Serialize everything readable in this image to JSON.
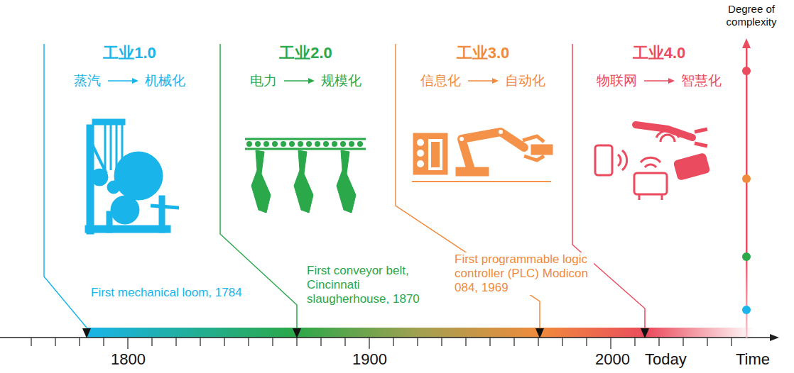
{
  "diagram": {
    "nodes": [
      {
        "text": [
          "工业1.0",
          "蒸汽",
          "机械化"
        ]
      },
      {
        "text": [
          "工业2.0",
          "电力",
          "规模化"
        ]
      },
      {
        "text": [
          "工业3.0",
          "信息化",
          "自动化"
        ]
      },
      {
        "text": [
          "工业4.0",
          "物联网",
          "智慧化"
        ]
      }
    ],
    "labels": [
      "First mechanical loom, 1784",
      "First conveyor belt, Cincinnati slaugherhouse, 1870",
      "First programmable logic controller (PLC) Modicon 084, 1969",
      "1800",
      "1900",
      "2000",
      "Today",
      "Time",
      "Degree of complexity"
    ]
  }
}
